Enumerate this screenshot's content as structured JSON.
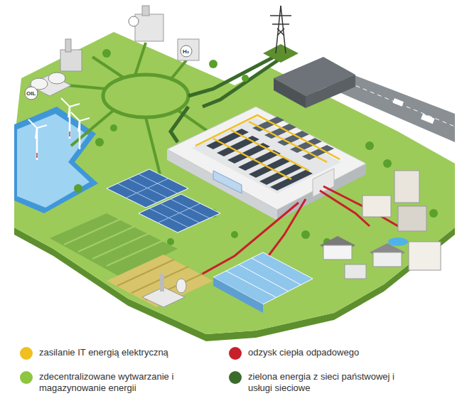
{
  "diagram": {
    "labels": [
      "OIL",
      "H₂"
    ],
    "legend": [
      {
        "text": "zasilanie IT energią elektryczną",
        "color": "#f0c020"
      },
      {
        "text": "odzysk ciepła odpadowego",
        "color": "#c8202a"
      },
      {
        "text": "zdecentralizowane wytwarzanie i magazynowanie energii",
        "color": "#8dc63f"
      },
      {
        "text": "zielona energia z sieci państwowej i usługi sieciowe",
        "color": "#3a6b2a"
      }
    ]
  }
}
